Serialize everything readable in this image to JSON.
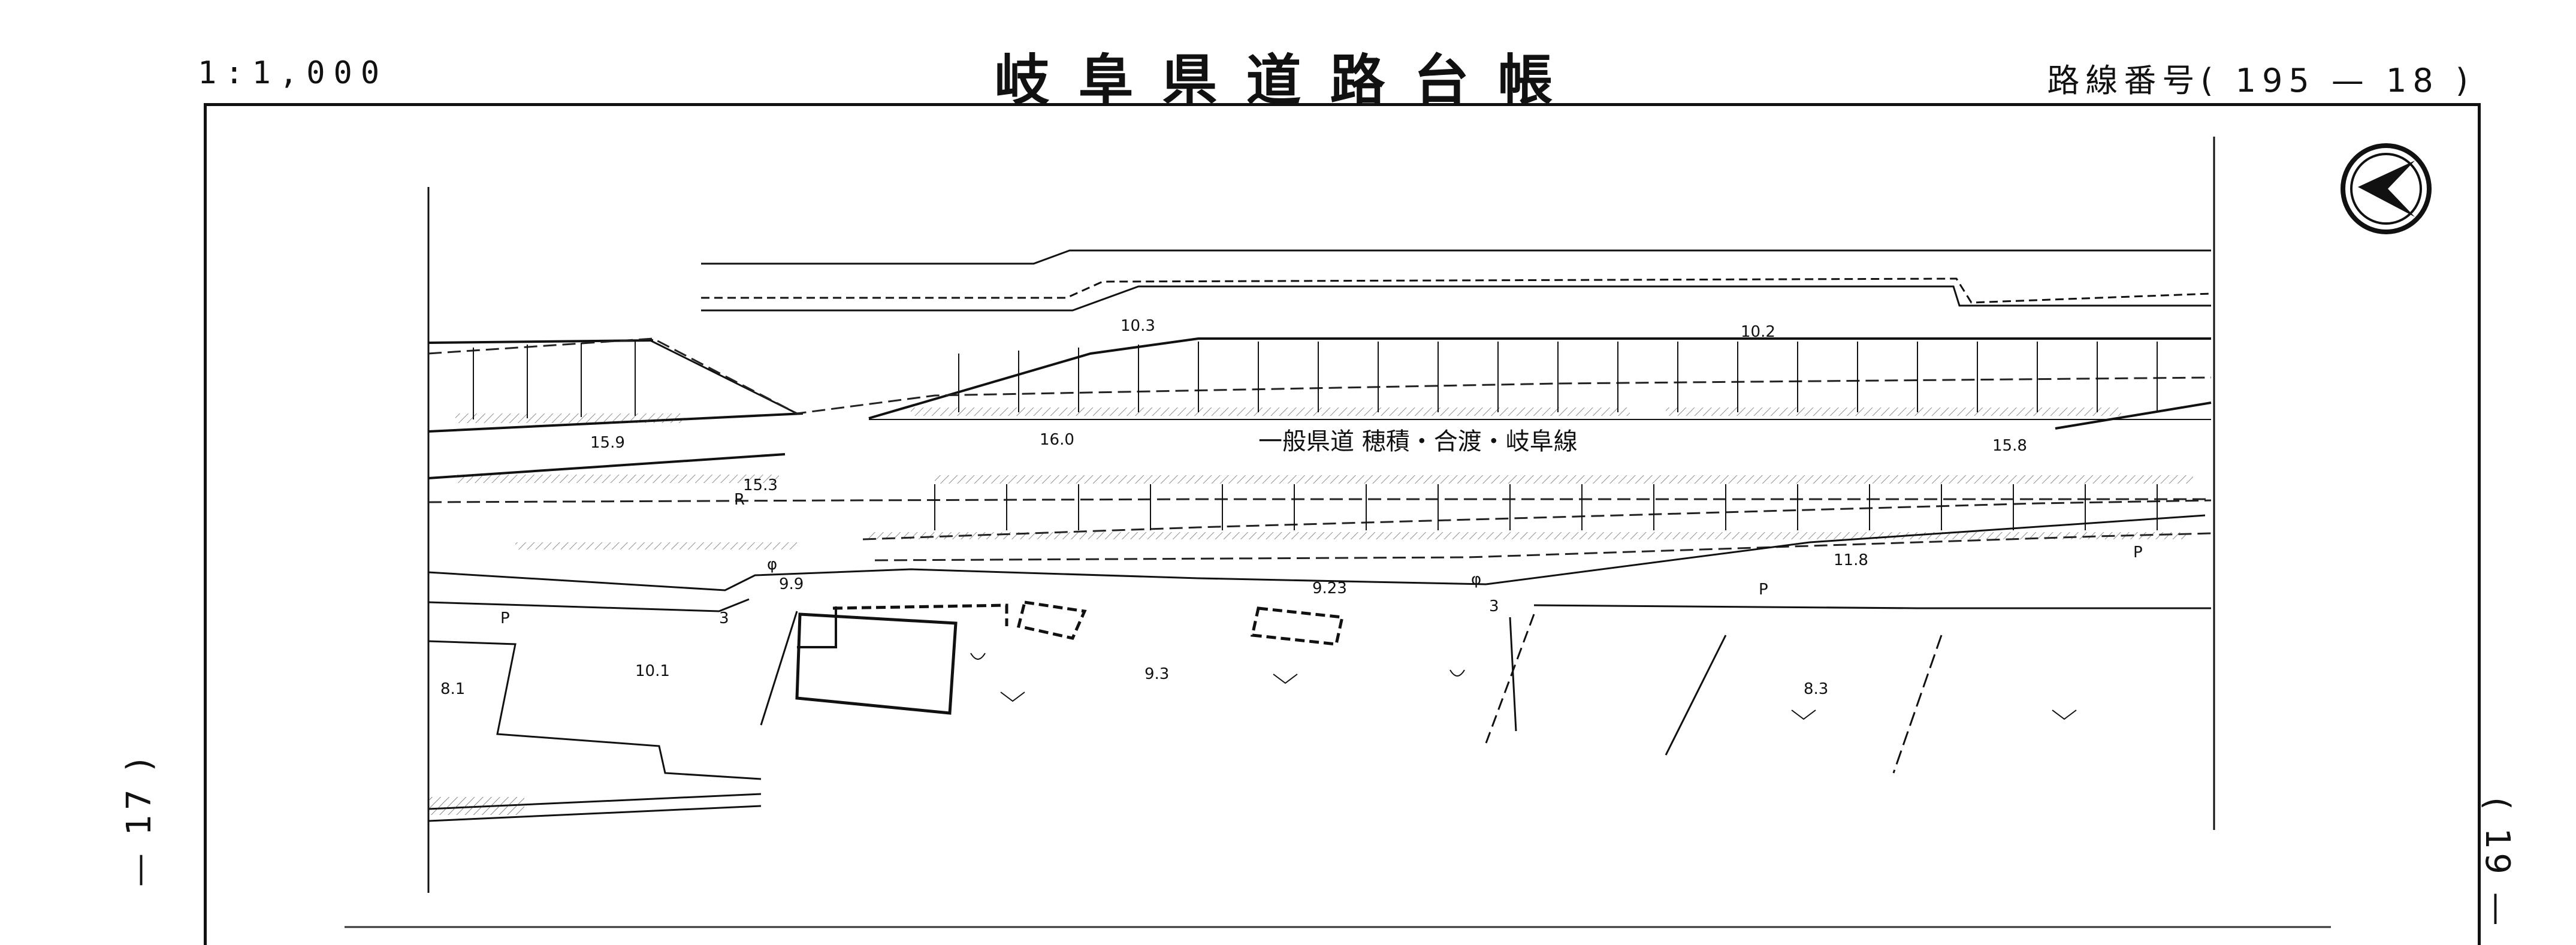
{
  "header": {
    "scale": "1:1,000",
    "title": "岐阜県道路台帳",
    "route_number": "路線番号( 195 — 18 )"
  },
  "page_numbers": {
    "left": "— 17 )",
    "right": "( 19 —"
  },
  "map": {
    "road_name": "一般県道 穂積・合渡・岐阜線",
    "north_arrow": "north-arrow-icon",
    "elevations": [
      "15.9",
      "16.0",
      "15.8",
      "15.3",
      "10.3",
      "10.2",
      "9.9",
      "9.23",
      "11.8",
      "10.1",
      "8.1",
      "9.3",
      "8.3"
    ],
    "symbols": {
      "p": "P",
      "r": "R",
      "phi": "φ",
      "pole_a": "3",
      "pole_b": "3"
    }
  }
}
